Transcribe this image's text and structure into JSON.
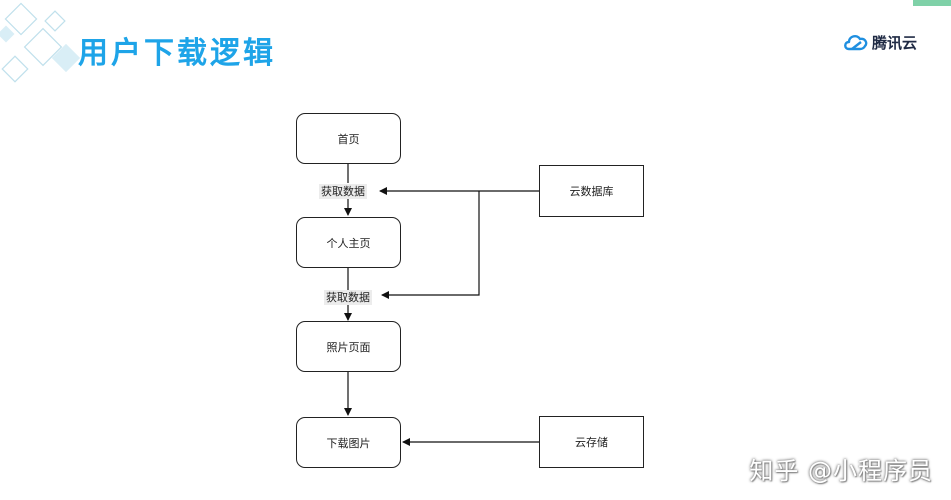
{
  "header": {
    "title": "用户下载逻辑",
    "logo_text": "腾讯云",
    "logo_icon": "cloud-icon",
    "title_color": "#1ea4e8"
  },
  "diagram": {
    "nodes": {
      "home": "首页",
      "profile": "个人主页",
      "photo_page": "照片页面",
      "download": "下载图片",
      "cloud_db": "云数据库",
      "cloud_storage": "云存储"
    },
    "edge_labels": {
      "fetch_1": "获取数据",
      "fetch_2": "获取数据"
    }
  },
  "watermark": "知乎 @小程序员"
}
